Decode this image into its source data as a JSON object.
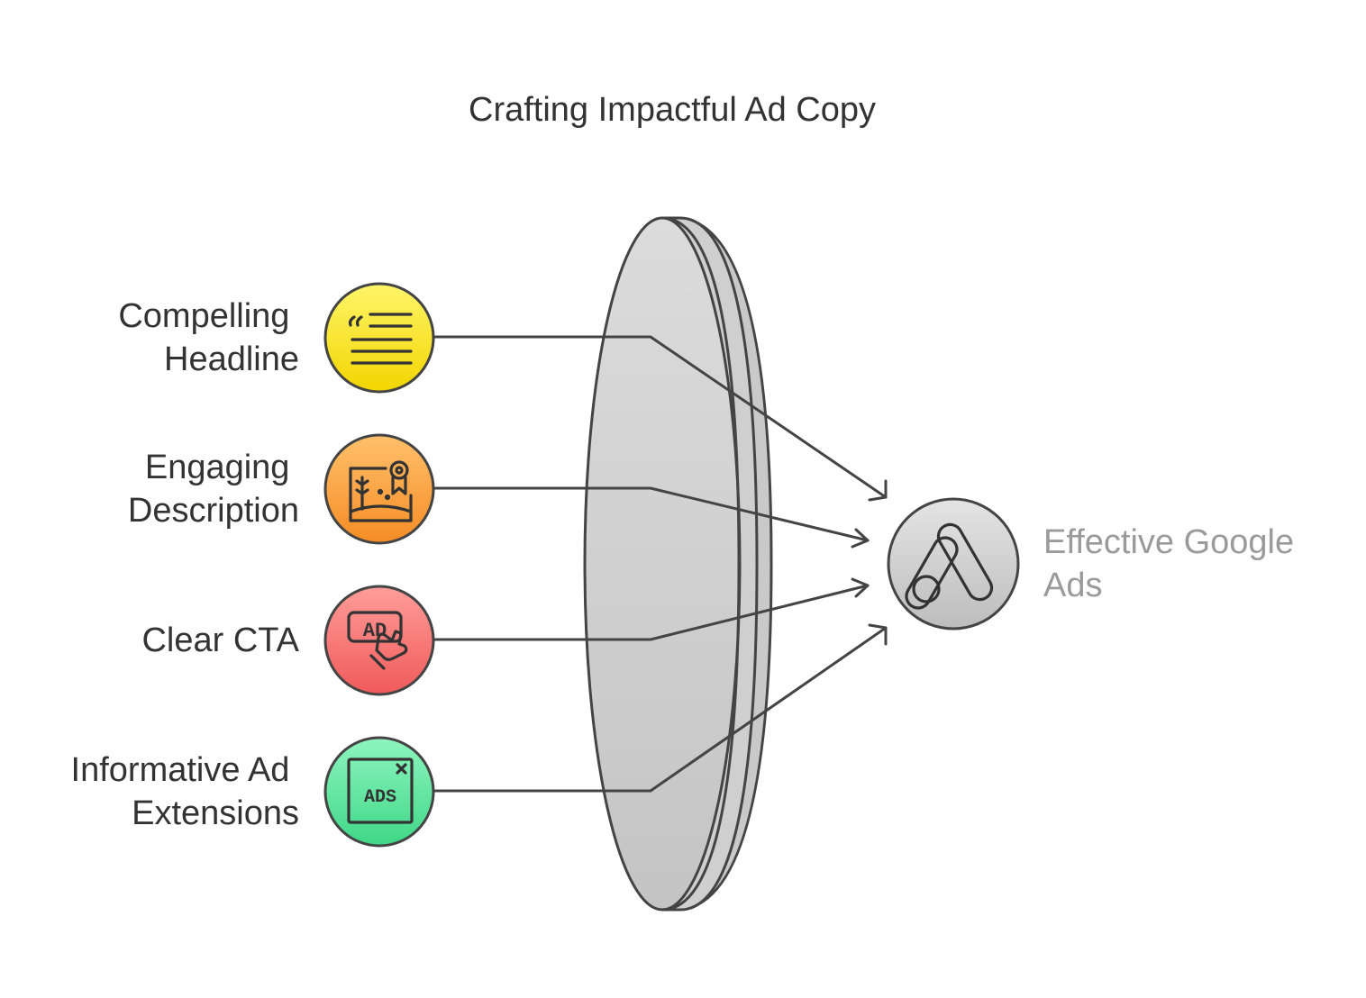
{
  "title": "Crafting Impactful Ad Copy",
  "inputs": [
    {
      "line1": "Compelling",
      "line2": "Headline",
      "icon": "quote-text-icon",
      "color_top": "#fff56a",
      "color_bottom": "#f2d500"
    },
    {
      "line1": "Engaging",
      "line2": "Description",
      "icon": "award-certificate-icon",
      "color_top": "#ffc06b",
      "color_bottom": "#f58c25"
    },
    {
      "line1": "Clear CTA",
      "line2": "",
      "icon": "ad-click-hand-icon",
      "color_top": "#ff9d9a",
      "color_bottom": "#f05a5a"
    },
    {
      "line1": "Informative Ad",
      "line2": "Extensions",
      "icon": "ads-window-icon",
      "color_top": "#8ff5bf",
      "color_bottom": "#3fd787"
    }
  ],
  "output": {
    "line1": "Effective Google",
    "line2": "Ads",
    "icon": "google-ads-icon",
    "color_top": "#e4e4e4",
    "color_bottom": "#bdbdbd"
  },
  "lens": {
    "color_top": "#dcdcdc",
    "color_bottom": "#c4c4c4"
  },
  "ad_text": {
    "cta_badge": "AD",
    "extension_badge": "ADS"
  }
}
